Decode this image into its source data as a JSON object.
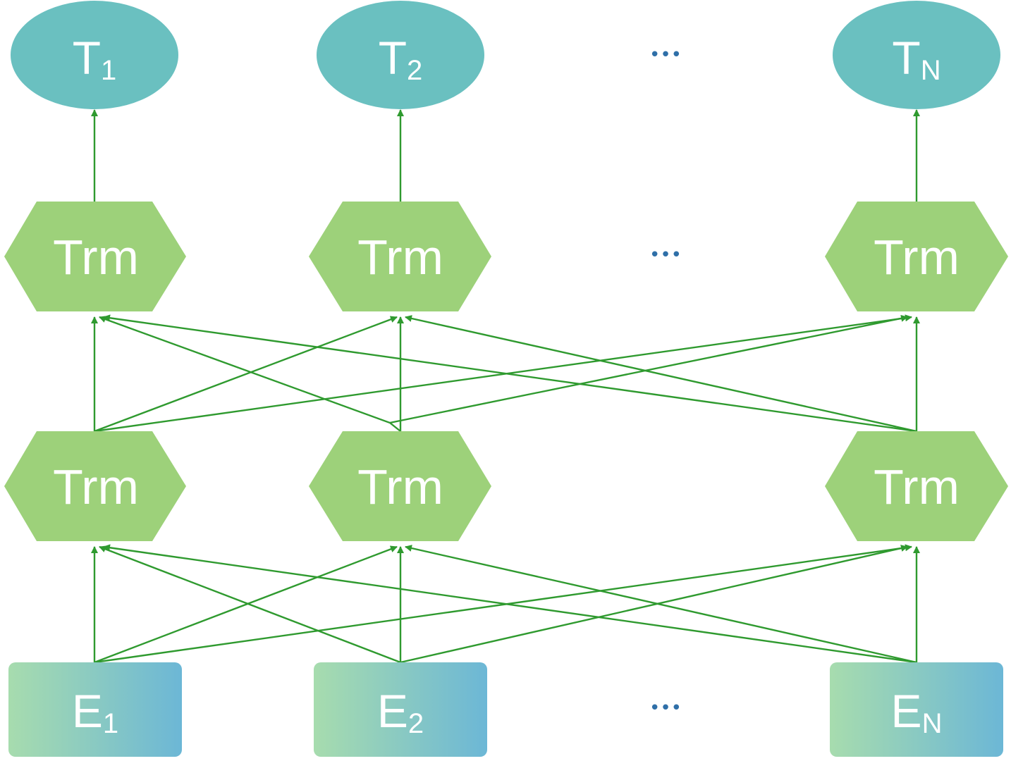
{
  "colors": {
    "output_fill": "#6ac0c0",
    "trm_fill": "#9dd17a",
    "edge": "#2f9a2f",
    "ellipsis": "#2f6fa8",
    "embed_gradient_start": "#a7dcae",
    "embed_gradient_end": "#6cb7d6",
    "label_text": "#ffffff"
  },
  "outputs": [
    {
      "main": "T",
      "sub": "1"
    },
    {
      "main": "T",
      "sub": "2"
    },
    {
      "main": "T",
      "sub": "N"
    }
  ],
  "layer2": [
    {
      "label": "Trm"
    },
    {
      "label": "Trm"
    },
    {
      "label": "Trm"
    }
  ],
  "layer1": [
    {
      "label": "Trm"
    },
    {
      "label": "Trm"
    },
    {
      "label": "Trm"
    }
  ],
  "embeddings": [
    {
      "main": "E",
      "sub": "1"
    },
    {
      "main": "E",
      "sub": "2"
    },
    {
      "main": "E",
      "sub": "N"
    }
  ],
  "ellipsis": "•••",
  "icons": {
    "arrowhead": "arrowhead-icon"
  }
}
